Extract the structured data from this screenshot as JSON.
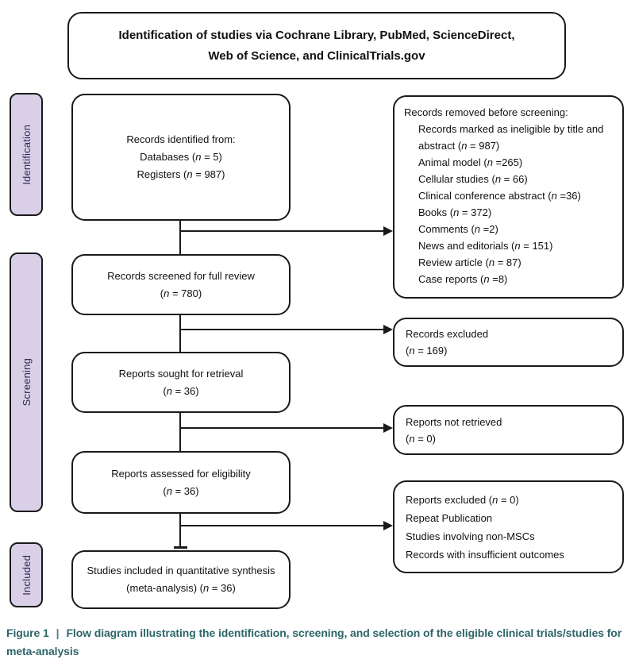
{
  "header": {
    "line1": "Identification of studies via Cochrane Library, PubMed, ScienceDirect,",
    "line2": "Web of Science, and ClinicalTrials.gov"
  },
  "stages": [
    {
      "label": "Identification"
    },
    {
      "label": "Screening"
    },
    {
      "label": "Included"
    }
  ],
  "main_boxes": [
    {
      "lines": [
        "Records identified from:",
        "Databases (n = 5)",
        "Registers (n = 987)"
      ]
    },
    {
      "lines": [
        "Records screened for full review",
        "(n = 780)"
      ]
    },
    {
      "lines": [
        "Reports sought for retrieval",
        "(n = 36)"
      ]
    },
    {
      "lines": [
        "Reports assessed for eligibility",
        "(n = 36)"
      ]
    },
    {
      "lines": [
        "Studies included in quantitative synthesis",
        "(meta-analysis) (n = 36)"
      ]
    }
  ],
  "right_boxes": [
    {
      "title": "Records removed before screening:",
      "items": [
        "Records marked as ineligible by title and abstract (n = 987)",
        "Animal model (n =265)",
        "Cellular studies (n = 66)",
        "Clinical conference abstract (n =36)",
        "Books (n = 372)",
        "Comments (n =2)",
        "News and editorials (n = 151)",
        "Review article (n = 87)",
        "Case reports (n =8)"
      ]
    },
    {
      "lines": [
        "Records excluded",
        "(n = 169)"
      ]
    },
    {
      "lines": [
        "Reports not retrieved",
        "(n = 0)"
      ]
    },
    {
      "lines": [
        "Reports excluded (n = 0)",
        "Repeat Publication",
        "Studies involving non-MSCs",
        "Records with insufficient outcomes"
      ]
    }
  ],
  "caption": {
    "figure_label": "Figure 1",
    "separator": "|",
    "text": "Flow diagram illustrating the identification, screening, and selection of the eligible clinical trials/studies for meta-analysis"
  },
  "colors": {
    "stage_fill": "#d9cfe7",
    "box_border": "#1a1a1a",
    "caption_text": "#2e6569"
  }
}
